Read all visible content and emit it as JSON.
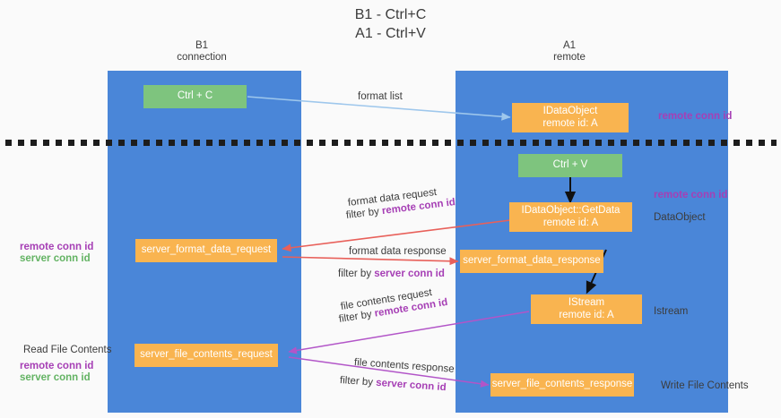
{
  "title": {
    "line1": "B1 - Ctrl+C",
    "line2": "A1 - Ctrl+V"
  },
  "lanes": {
    "left": {
      "name": "B1",
      "role": "connection"
    },
    "right": {
      "name": "A1",
      "role": "remote"
    }
  },
  "nodes": {
    "ctrl_c": {
      "label": "Ctrl + C"
    },
    "idataobject": {
      "line1": "IDataObject",
      "line2": "remote id: A"
    },
    "ctrl_v": {
      "label": "Ctrl + V"
    },
    "getdata": {
      "line1": "IDataObject::GetData",
      "line2": "remote id: A"
    },
    "fmt_request": {
      "label": "server_format_data_request"
    },
    "fmt_response": {
      "label": "server_format_data_response"
    },
    "istream": {
      "line1": "IStream",
      "line2": "remote id: A"
    },
    "file_request": {
      "label": "server_file_contents_request"
    },
    "file_response": {
      "label": "server_file_contents_response"
    }
  },
  "edges": {
    "format_list": {
      "label": "format list"
    },
    "format_data_request": {
      "label": "format data request",
      "filter_prefix": "filter by ",
      "filter_key": "remote conn id"
    },
    "format_data_response": {
      "label": "format data response",
      "filter_prefix": "filter by ",
      "filter_key": "server conn id"
    },
    "file_contents_request": {
      "label": "file contents request",
      "filter_prefix": "filter by ",
      "filter_key": "remote conn id"
    },
    "file_contents_response": {
      "label": "file contents response",
      "filter_prefix": "filter by ",
      "filter_key": "server conn id"
    }
  },
  "annotations": {
    "right_top_conn": "remote conn id",
    "right_mid_conn": "remote conn id",
    "dataobject": "DataObject",
    "istream": "Istream",
    "write_file": "Write File Contents",
    "read_file": "Read File Contents",
    "left_remote_conn": "remote conn id",
    "left_server_conn": "server conn id",
    "left_remote_conn2": "remote conn id",
    "left_server_conn2": "server conn id"
  },
  "colors": {
    "lane": "#4a86d8",
    "green_node": "#7ec47e",
    "orange_node": "#f9b450",
    "purple_text": "#a63fb5",
    "green_text": "#63b363",
    "arrow_blue": "#9ec7ec",
    "arrow_red": "#e8605a",
    "arrow_purple": "#b255c8",
    "arrow_black": "#000000",
    "background": "#fafafa",
    "divider": "#1d1d1d"
  }
}
